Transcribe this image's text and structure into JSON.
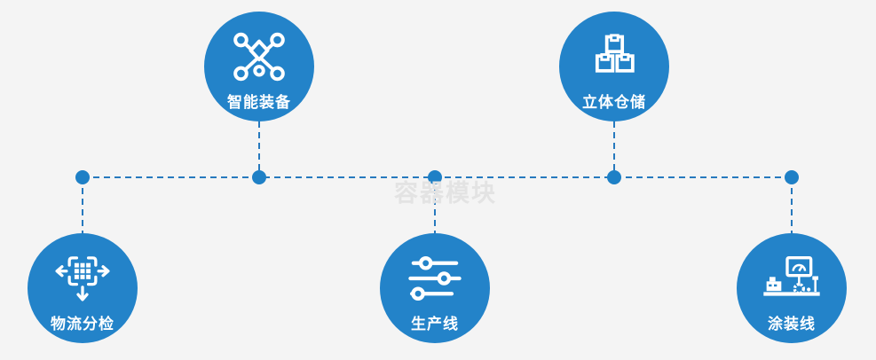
{
  "watermark": "容器模块",
  "colors": {
    "background": "#f4f4f4",
    "node_fill": "#2383c9",
    "connector_line": "#2679be",
    "junction_dot": "#1e80c6",
    "label_text": "#ffffff",
    "watermark_text": "#e3e3e3"
  },
  "nodes": [
    {
      "id": "smart-equipment",
      "label": "智能装备",
      "icon": "network-nodes-icon",
      "row": "top"
    },
    {
      "id": "stereo-warehouse",
      "label": "立体仓储",
      "icon": "stacked-boxes-icon",
      "row": "top"
    },
    {
      "id": "logistics-sorting",
      "label": "物流分检",
      "icon": "sorting-arrows-icon",
      "row": "bottom"
    },
    {
      "id": "production-line",
      "label": "生产线",
      "icon": "sliders-icon",
      "row": "bottom"
    },
    {
      "id": "coating-line",
      "label": "涂装线",
      "icon": "machine-monitor-icon",
      "row": "bottom"
    }
  ],
  "connections": {
    "type": "horizontal-bus-with-junction-dots",
    "bus_members_in_order": [
      "logistics-sorting",
      "smart-equipment",
      "production-line",
      "stereo-warehouse",
      "coating-line"
    ]
  }
}
